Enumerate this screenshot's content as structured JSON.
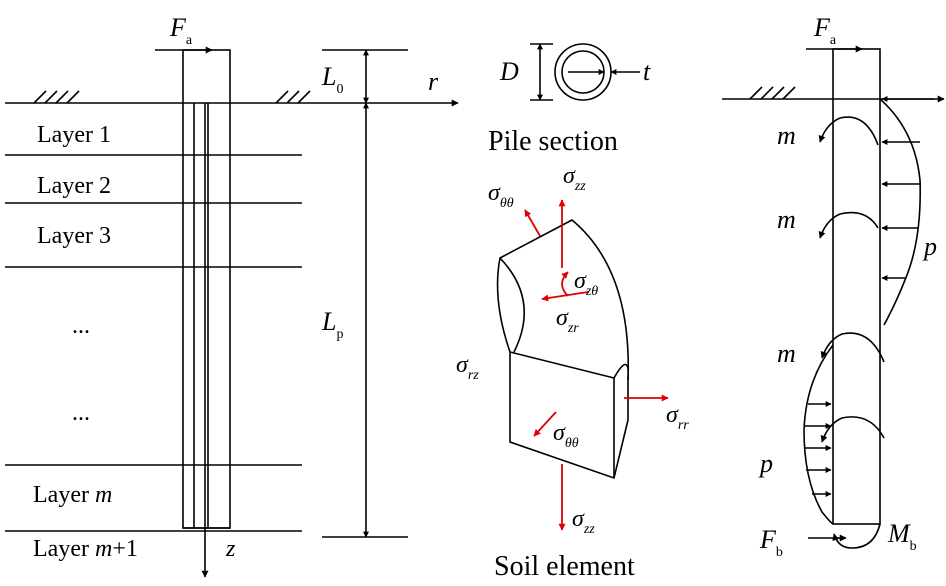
{
  "left": {
    "force_top": {
      "sym": "F",
      "sub": "a"
    },
    "L0": {
      "sym": "L",
      "sub": "0"
    },
    "Lp": {
      "sym": "L",
      "sub": "p"
    },
    "r_axis": "r",
    "z_axis": "z",
    "layers": [
      {
        "prefix": "Layer 1",
        "var": "",
        "suffix": ""
      },
      {
        "prefix": "Layer 2",
        "var": "",
        "suffix": ""
      },
      {
        "prefix": "Layer 3",
        "var": "",
        "suffix": ""
      },
      {
        "prefix": "...",
        "var": "",
        "suffix": ""
      },
      {
        "prefix": "...",
        "var": "",
        "suffix": ""
      },
      {
        "prefix": "Layer ",
        "var": "m",
        "suffix": ""
      },
      {
        "prefix": "Layer ",
        "var": "m",
        "suffix": "+1"
      }
    ]
  },
  "section": {
    "D": "D",
    "t": "t",
    "caption": "Pile section"
  },
  "soil": {
    "caption": "Soil element",
    "szz_top": {
      "sym": "σ",
      "sub": "zz"
    },
    "stt_top": {
      "sym": "σ",
      "sub": "θθ"
    },
    "szt": {
      "sym": "σ",
      "sub": "zθ"
    },
    "szr": {
      "sym": "σ",
      "sub": "zr"
    },
    "srz": {
      "sym": "σ",
      "sub": "rz"
    },
    "srr": {
      "sym": "σ",
      "sub": "rr"
    },
    "stt_front": {
      "sym": "σ",
      "sub": "θθ"
    },
    "szz_bottom": {
      "sym": "σ",
      "sub": "zz"
    }
  },
  "right": {
    "force_top": {
      "sym": "F",
      "sub": "a"
    },
    "m_labels": [
      "m",
      "m",
      "m"
    ],
    "p_upper": "p",
    "p_lower": "p",
    "force_bottom": {
      "sym": "F",
      "sub": "b"
    },
    "moment_bottom": {
      "sym": "M",
      "sub": "b"
    }
  },
  "colors": {
    "line": "#000000",
    "stress_arrow": "#e00000"
  }
}
